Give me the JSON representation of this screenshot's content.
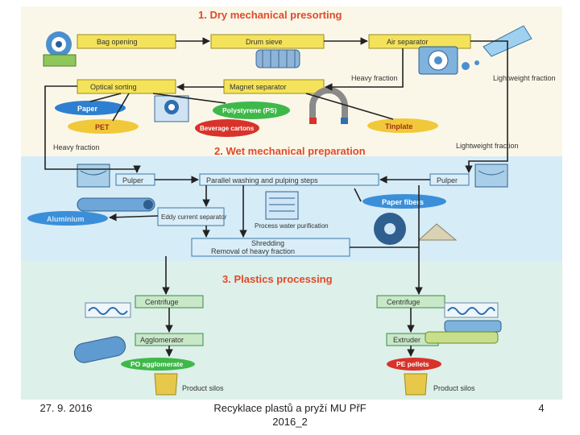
{
  "colors": {
    "section1_bg": "#fbf7e8",
    "section2_bg": "#d6ecf7",
    "section3_bg": "#ddf0ea",
    "title_red": "#e04a2a",
    "yellow_box": "#f4e35a",
    "yellow_border": "#9a8c1e",
    "blue_box": "#d9eef9",
    "blue_border": "#3a78a8",
    "green_box": "#c8e8c8",
    "green_border": "#3a8a4a",
    "arrow": "#222222",
    "pill_blue": "#2f7fd0",
    "pill_yellow": "#f1c83a",
    "pill_red": "#d8332b",
    "pill_green": "#3fb84a",
    "pill_fiber": "#3b8fd8"
  },
  "sections": {
    "dry_title": "1. Dry mechanical presorting",
    "wet_title": "2. Wet mechanical preparation",
    "plastics_title": "3. Plastics processing"
  },
  "dry": {
    "bag_opening": "Bag opening",
    "drum_sieve": "Drum sieve",
    "air_separator": "Air separator",
    "optical_sorting": "Optical sorting",
    "magnet_separator": "Magnet  separator",
    "heavy_fraction_1": "Heavy fraction",
    "lightweight_fraction_1": "Lightweight fraction",
    "heavy_fraction_2": "Heavy fraction",
    "lightweight_fraction_2": "Lightweight fraction",
    "paper": "Paper",
    "pet": "PET",
    "polystyrene": "Polystyrene (PS)",
    "beverage_cartons": "Beverage cartons",
    "tinplate": "Tinplate"
  },
  "wet": {
    "pulper_left": "Pulper",
    "parallel_washing": "Parallel washing and pulping steps",
    "pulper_right": "Pulper",
    "aluminium": "Aluminium",
    "eddy_current": "Eddy current separator",
    "process_water": "Process water purification",
    "paper_fibers": "Paper fibers",
    "shredding": "Shredding",
    "removal_heavy": "Removal of heavy fraction"
  },
  "plastics": {
    "centrifuge_left": "Centrifuge",
    "centrifuge_right": "Centrifuge",
    "agglomerator": "Agglomerator",
    "extruder": "Extruder",
    "po_agglomerate": "PO agglomerate",
    "pe_pellets": "PE pellets",
    "product_silos_left": "Product silos",
    "product_silos_right": "Product silos"
  },
  "footer": {
    "date": "27. 9. 2016",
    "course_line1": "Recyklace plastů a pryží MU PřF",
    "course_line2": "2016_2",
    "page": "4"
  }
}
